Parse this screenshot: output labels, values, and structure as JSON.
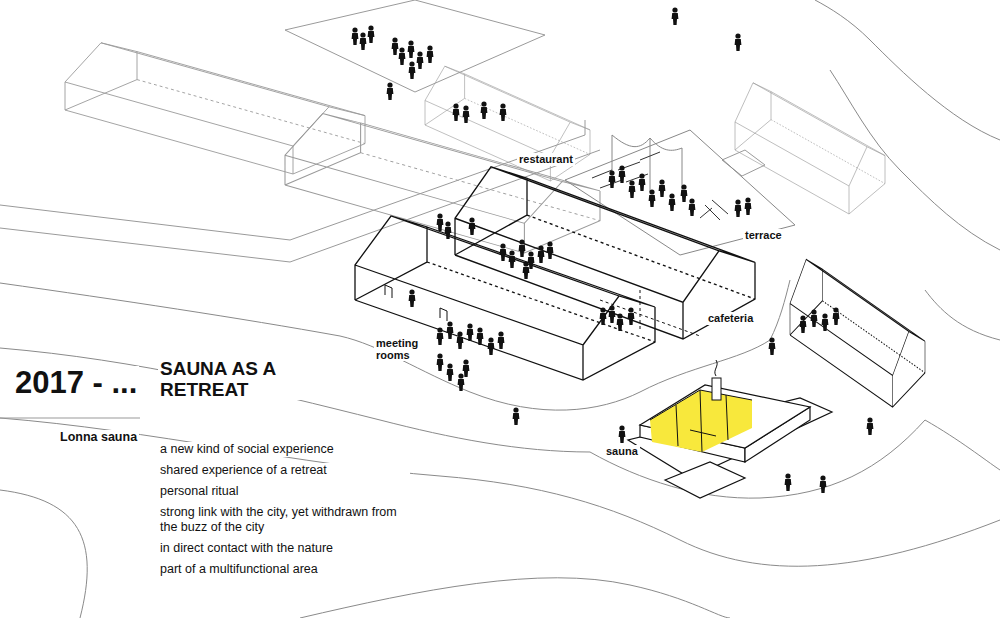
{
  "diagram": {
    "title": "SAUNA AS A RETREAT",
    "labels": [
      "restaurant",
      "terrace",
      "cafeteria",
      "meeting rooms",
      "sauna",
      "2017 - ...",
      "Lonna sauna",
      "a new kind of social experience",
      "shared experience of a retreat",
      "personal ritual",
      "strong link with the city, yet withdrawn from the buzz of the city",
      "in direct contact with the nature",
      "part of a multifunctional area"
    ]
  }
}
